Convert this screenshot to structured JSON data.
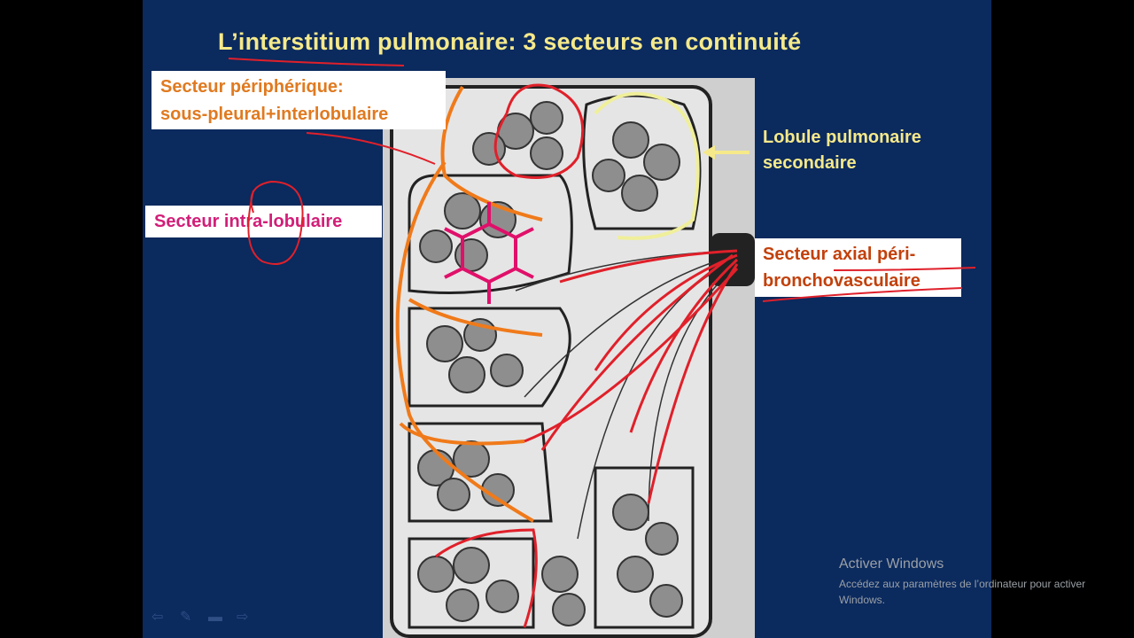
{
  "slide": {
    "title": "L’interstitium pulmonaire: 3 secteurs en continuité",
    "labels": {
      "peripheral_line1": "Secteur périphérique:",
      "peripheral_line2": "sous-pleural+interlobulaire",
      "intra": "Secteur intra-lobulaire",
      "lobule_line1": "Lobule pulmonaire",
      "lobule_line2": "secondaire",
      "axial_line1": "Secteur axial péri-",
      "axial_line2": "bronchovasculaire"
    }
  },
  "windows_activation": {
    "title": "Activer Windows",
    "message": "Accédez aux paramètres de l’ordinateur pour activer Windows."
  },
  "colors": {
    "slide_bg": "#0b2a5e",
    "title": "#f5e98a",
    "peripheral": "#e07a20",
    "intra": "#d21e78",
    "axial": "#c2410c",
    "annotation_red": "#e0202a"
  },
  "nav_icons": [
    "arrow-left-icon",
    "pen-icon",
    "menu-icon",
    "arrow-right-icon"
  ]
}
